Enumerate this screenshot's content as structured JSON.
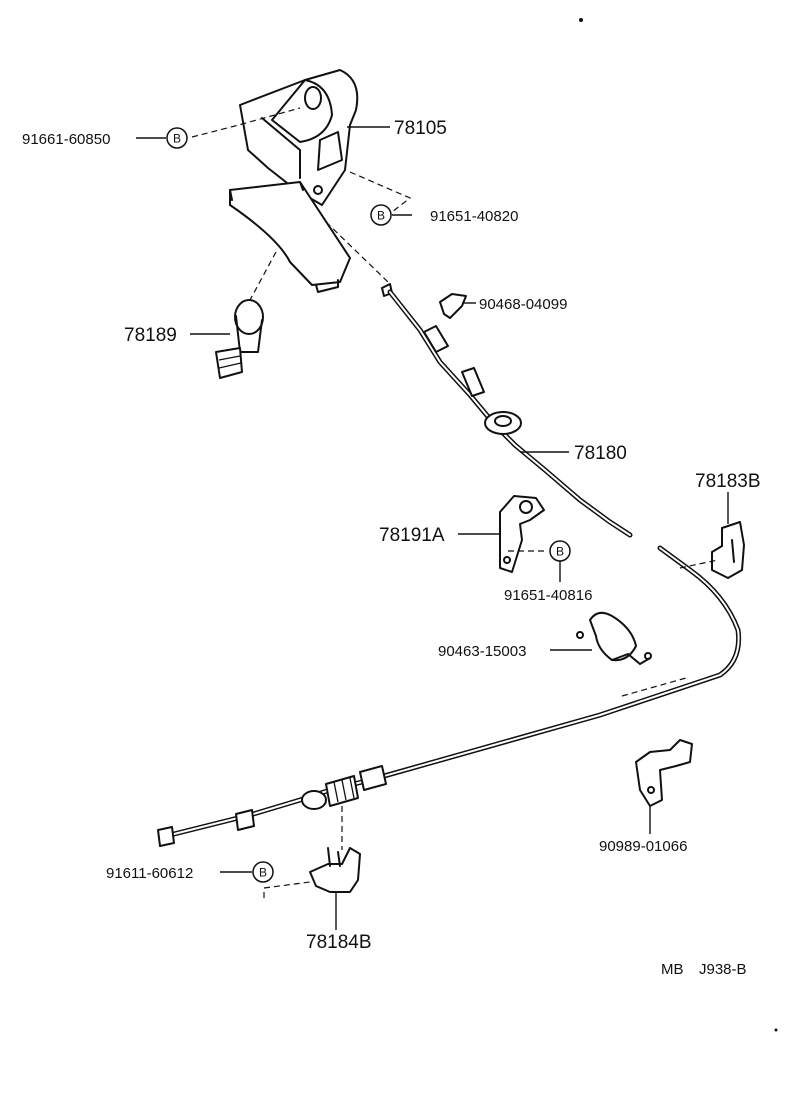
{
  "parts": {
    "p78105": "78105",
    "p91661": "91661-60850",
    "p91651_40820": "91651-40820",
    "p78189": "78189",
    "p90468": "90468-04099",
    "p78180": "78180",
    "p78183B": "78183B",
    "p78191A": "78191A",
    "p91651_40816": "91651-40816",
    "p90463": "90463-15003",
    "p90989": "90989-01066",
    "p91611": "91611-60612",
    "p78184B": "78184B"
  },
  "marker": "B",
  "footer": {
    "code1": "MB",
    "code2": "J938-B"
  }
}
